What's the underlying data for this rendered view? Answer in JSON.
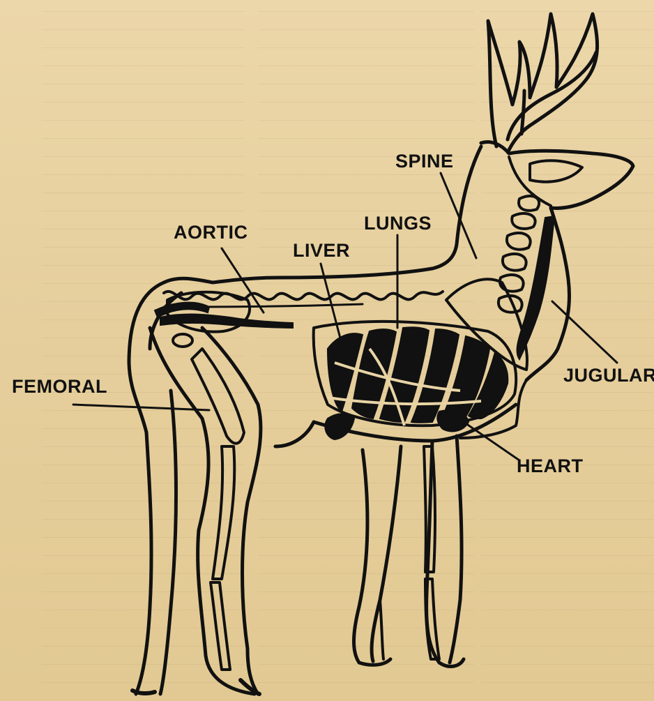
{
  "diagram": {
    "labels": {
      "spine": "SPINE",
      "lungs": "LUNGS",
      "aortic": "AORTIC",
      "liver": "LIVER",
      "femoral": "FEMORAL",
      "jugular": "JUGULAR",
      "heart": "HEART"
    },
    "colors": {
      "paper": "#e9d4a6",
      "ink": "#111111",
      "bone_fill": "#e9d4a6"
    }
  }
}
